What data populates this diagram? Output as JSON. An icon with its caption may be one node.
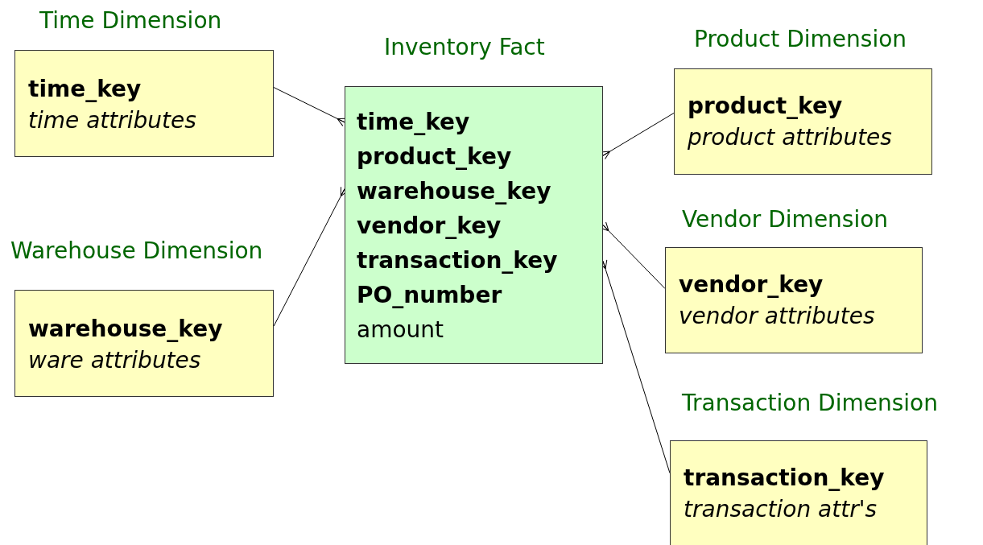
{
  "diagram": {
    "nodes": [
      {
        "text": [
          "Time Dimension",
          "time_key",
          "time attributes"
        ]
      },
      {
        "text": [
          "Warehouse Dimension",
          "warehouse_key",
          "ware attributes"
        ]
      },
      {
        "text": [
          "Inventory Fact",
          "time_key",
          "product_key",
          "warehouse_key",
          "vendor_key",
          "transaction_key",
          "PO_number",
          "amount"
        ]
      },
      {
        "text": [
          "Product Dimension",
          "product_key",
          "product attributes"
        ]
      },
      {
        "text": [
          "Vendor Dimension",
          "vendor_key",
          "vendor attributes"
        ]
      },
      {
        "text": [
          "Transaction Dimension",
          "transaction_key",
          "transaction attr's"
        ]
      }
    ],
    "edges": [
      {
        "from": 0,
        "to": 2,
        "arrow": "other"
      },
      {
        "from": 1,
        "to": 2,
        "arrow": "other"
      },
      {
        "from": 3,
        "to": 2,
        "arrow": "other"
      },
      {
        "from": 4,
        "to": 2,
        "arrow": "other"
      },
      {
        "from": 5,
        "to": 2,
        "arrow": "other"
      }
    ]
  }
}
